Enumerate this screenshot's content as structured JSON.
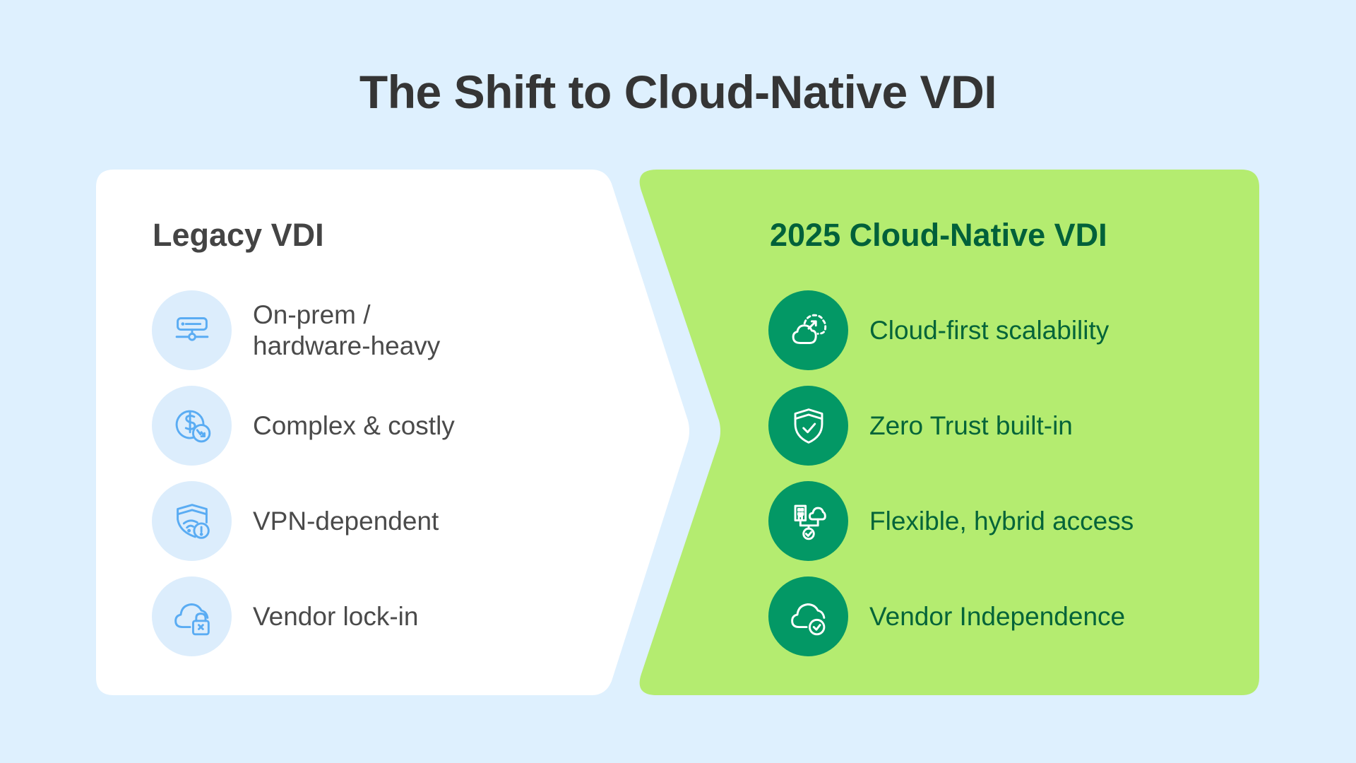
{
  "title": "The Shift to Cloud-Native VDI",
  "colors": {
    "background": "#def0fe",
    "legacy_card": "#ffffff",
    "cloud_card": "#b4ec70",
    "legacy_icon_bg": "#dcedfc",
    "legacy_icon_stroke": "#5aacf3",
    "cloud_icon_bg": "#039865",
    "cloud_text": "#00613a"
  },
  "legacy": {
    "heading": "Legacy VDI",
    "items": [
      {
        "label_line1": "On-prem /",
        "label_line2": "hardware-heavy",
        "icon": "server-network-icon"
      },
      {
        "label": "Complex & costly",
        "icon": "dollar-cost-down-icon"
      },
      {
        "label": "VPN-dependent",
        "icon": "shield-wifi-warning-icon"
      },
      {
        "label": "Vendor lock-in",
        "icon": "cloud-lock-x-icon"
      }
    ]
  },
  "cloud": {
    "heading": "2025 Cloud-Native VDI",
    "items": [
      {
        "label": "Cloud-first scalability",
        "icon": "cloud-scale-icon"
      },
      {
        "label": "Zero Trust built-in",
        "icon": "shield-check-icon"
      },
      {
        "label": "Flexible, hybrid access",
        "icon": "building-cloud-check-icon"
      },
      {
        "label": "Vendor Independence",
        "icon": "cloud-check-icon"
      }
    ]
  }
}
